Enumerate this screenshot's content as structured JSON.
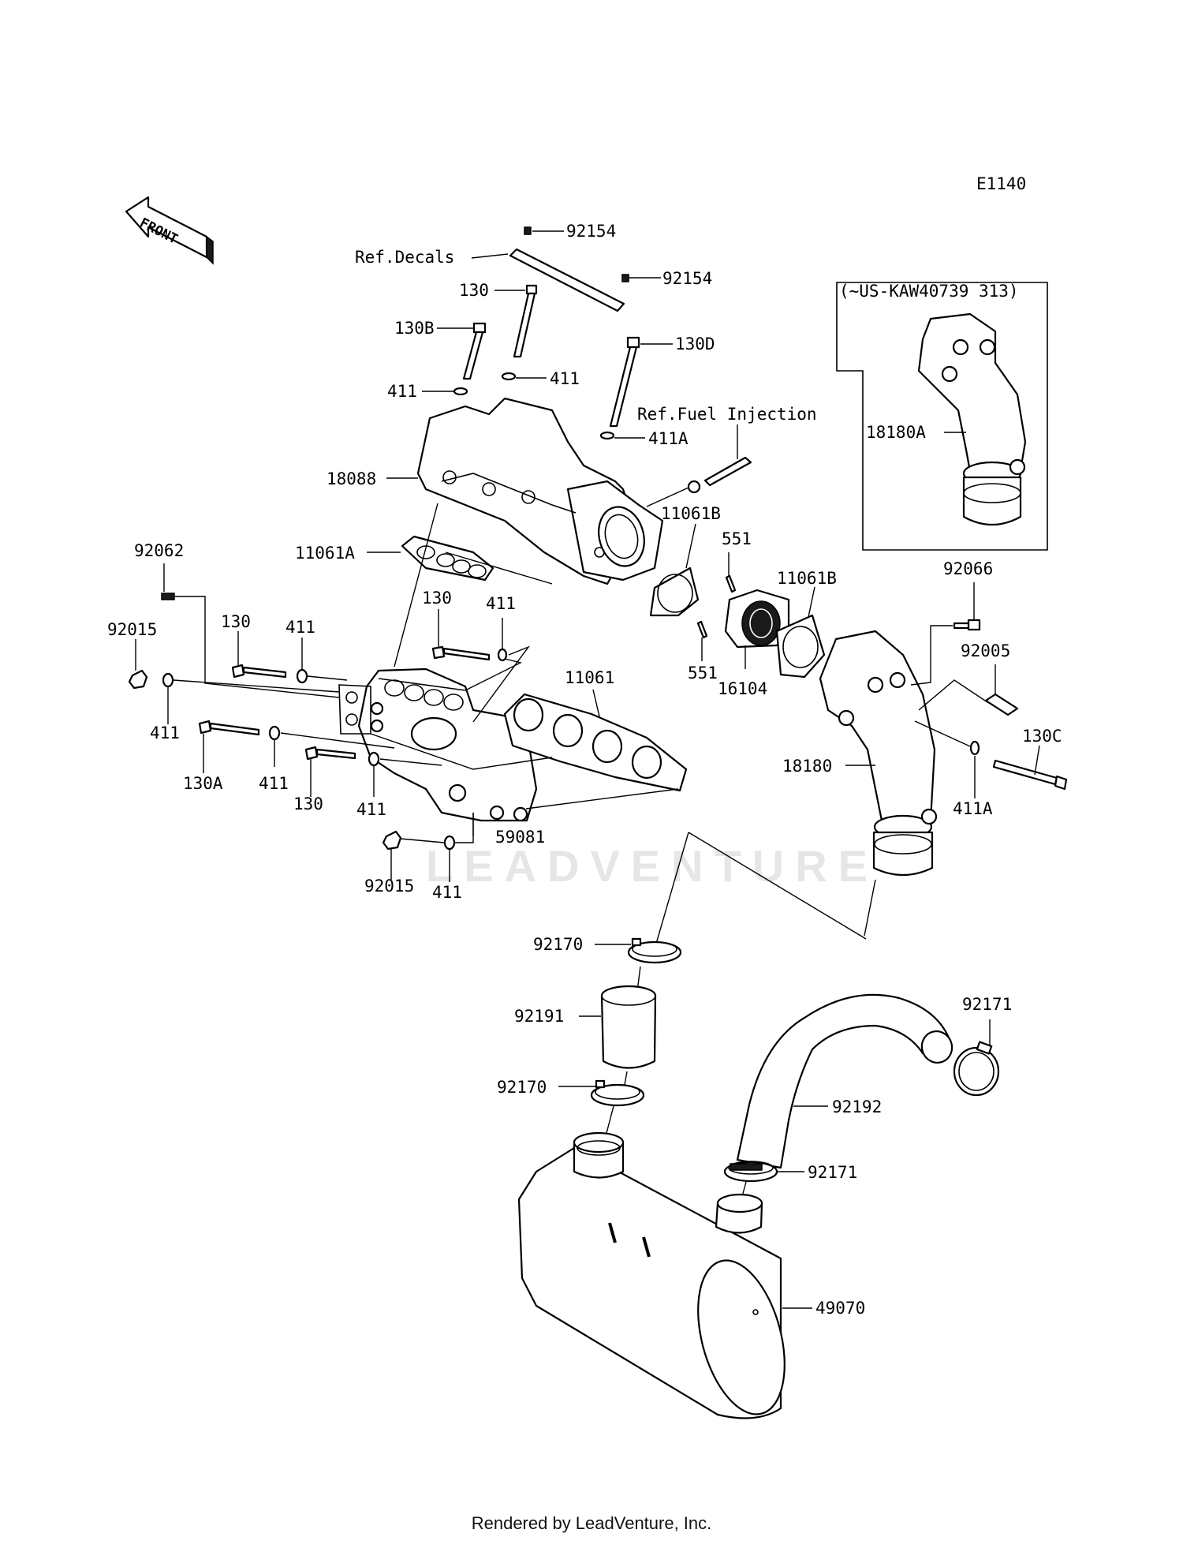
{
  "diagram_code": "E1140",
  "front_arrow_label": "FRONT",
  "watermark": "LEADVENTURE",
  "inset_note": "(~US-KAW40739 313)",
  "footer": "Rendered by LeadVenture, Inc.",
  "labels": {
    "92154_top": "92154",
    "ref_decals": "Ref.Decals",
    "92154_mid": "92154",
    "130_top": "130",
    "130B": "130B",
    "130D": "130D",
    "411_left_top": "411",
    "411_mid_top": "411",
    "ref_fuel_injection": "Ref.Fuel Injection",
    "411A_top": "411A",
    "18088": "18088",
    "11061B_a": "11061B",
    "551_top": "551",
    "11061A": "11061A",
    "11061B_b": "11061B",
    "92066": "92066",
    "18180A": "18180A",
    "92062": "92062",
    "130_mid": "130",
    "411_mid": "411",
    "92015_left": "92015",
    "130_left": "130",
    "411_left": "411",
    "11061": "11061",
    "551_bottom": "551",
    "16104": "16104",
    "92005": "92005",
    "411_lower_left": "411",
    "130A": "130A",
    "411_lower": "411",
    "130_lower": "130",
    "411_lower2": "411",
    "59081": "59081",
    "18180": "18180",
    "130C": "130C",
    "411A_right": "411A",
    "92015_bottom": "92015",
    "411_bottom": "411",
    "92170_top": "92170",
    "92191": "92191",
    "92170_bottom": "92170",
    "92171_right": "92171",
    "92192": "92192",
    "92171_mid": "92171",
    "49070": "49070"
  }
}
